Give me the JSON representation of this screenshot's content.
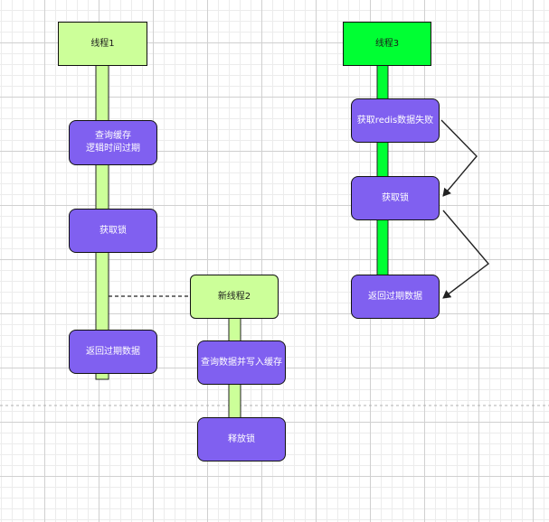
{
  "colors": {
    "thread_fill": "#ccff99",
    "thread3_fill": "#00ff33",
    "action_fill": "#8060f0",
    "lane_fill": "#ccff99",
    "lane3_fill": "#00ff33"
  },
  "threads": {
    "t1": "线程1",
    "t2": "新线程2",
    "t3": "线程3"
  },
  "thread1_steps": {
    "query": "查询缓存\n逻辑时间过期",
    "lock": "获取锁",
    "return": "返回过期数据"
  },
  "thread2_steps": {
    "write": "查询数据并写入缓存",
    "release": "释放锁"
  },
  "thread3_steps": {
    "fail": "获取redis数据失败",
    "lock": "获取锁",
    "return": "返回过期数据"
  }
}
